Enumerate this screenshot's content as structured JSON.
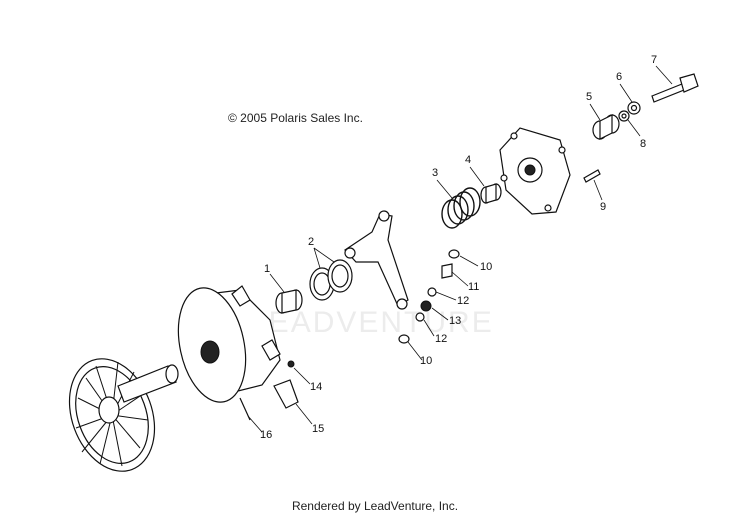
{
  "copyright": "© 2005 Polaris Sales Inc.",
  "footer": "Rendered by LeadVenture, Inc.",
  "watermark": "LEADVENTURE",
  "callouts": [
    {
      "id": "c1",
      "label": "1"
    },
    {
      "id": "c2",
      "label": "2"
    },
    {
      "id": "c3",
      "label": "3"
    },
    {
      "id": "c4",
      "label": "4"
    },
    {
      "id": "c5",
      "label": "5"
    },
    {
      "id": "c6",
      "label": "6"
    },
    {
      "id": "c7",
      "label": "7"
    },
    {
      "id": "c8",
      "label": "8"
    },
    {
      "id": "c9",
      "label": "9"
    },
    {
      "id": "c10a",
      "label": "10"
    },
    {
      "id": "c10b",
      "label": "10"
    },
    {
      "id": "c11",
      "label": "11"
    },
    {
      "id": "c12a",
      "label": "12"
    },
    {
      "id": "c12b",
      "label": "12"
    },
    {
      "id": "c13",
      "label": "13"
    },
    {
      "id": "c14",
      "label": "14"
    },
    {
      "id": "c15",
      "label": "15"
    },
    {
      "id": "c16",
      "label": "16"
    }
  ]
}
